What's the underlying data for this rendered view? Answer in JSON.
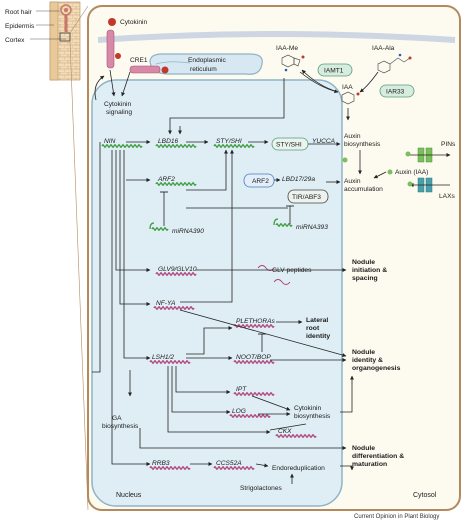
{
  "tissue": {
    "root_hair": "Root hair",
    "epidermis": "Epidermis",
    "cortex": "Cortex"
  },
  "compartments": {
    "er": "Endoplasmic\nreticulum",
    "nucleus": "Nucleus",
    "cytosol": "Cytosol"
  },
  "hormones": {
    "cytokinin": "Cytokinin",
    "iaa_me": "IAA-Me",
    "iaa_ala": "IAA-Ala",
    "iaa": "IAA",
    "auxin_iaa": "Auxin (IAA)",
    "strigolactones": "Strigolactones"
  },
  "enzymes": {
    "iamt1": "IAMT1",
    "iar33": "IAR33"
  },
  "receptors": {
    "cre1": "CRE1"
  },
  "transporters": {
    "pins": "PINs",
    "laxs": "LAXs"
  },
  "processes": {
    "cytokinin_signaling": "Cytokinin\nsignaling",
    "auxin_biosynthesis": "Auxin\nbiosynthesis",
    "auxin_accumulation": "Auxin\naccumulation",
    "ga_biosynthesis": "GA\nbiosynthesis",
    "cytokinin_biosynthesis": "Cytokinin\nbiosynthesis",
    "endoreduplication": "Endoreduplication",
    "glv_peptides": "GLV peptides"
  },
  "genes": {
    "nin": "NIN",
    "lbd16": "LBD16",
    "sty_shi": "STY/SHI",
    "yucca": "YUCCA",
    "arf2": "ARF2",
    "lbd17_29a": "LBD17/29a",
    "mirna390": "miRNA390",
    "mirna393": "miRNA393",
    "glv9_glv10": "GLV9/GLV10",
    "nf_ya": "NF-YA",
    "plethoras": "PLETHORAs",
    "noot_bop": "NOOT/BOP",
    "lsh1_2": "LSH1/2",
    "ipt": "IPT",
    "log": "LOG",
    "ckx": "CKX",
    "rrb3": "RRB3",
    "ccs52a": "CCS52A"
  },
  "proteins": {
    "sty_shi": "STY/SHI",
    "arf2": "ARF2",
    "tir_abf3": "TIR/ABF3"
  },
  "outcomes": {
    "nodule_initiation": "Nodule\ninitiation &\nspacing",
    "lateral_root": "Lateral\nroot\nidentity",
    "nodule_identity": "Nodule\nidentity &\norganogenesis",
    "nodule_differentiation": "Nodule\ndifferentiation &\nmaturation"
  },
  "credit": "Current Opinion in Plant Biology",
  "colors": {
    "cytosol_fill": "#fdfbf0",
    "cytosol_border": "#b38a5e",
    "nucleus_fill": "#dfeef5",
    "nucleus_border": "#8fb3c8",
    "dna_green": "#3a9a3a",
    "dna_magenta": "#b0407a",
    "transporter_green": "#7bbf5a",
    "transporter_teal": "#4a9fa8",
    "enzyme_fill": "#d6ecdf",
    "enzyme_border": "#5a9a7a",
    "cytokinin_ball": "#c0392b"
  }
}
